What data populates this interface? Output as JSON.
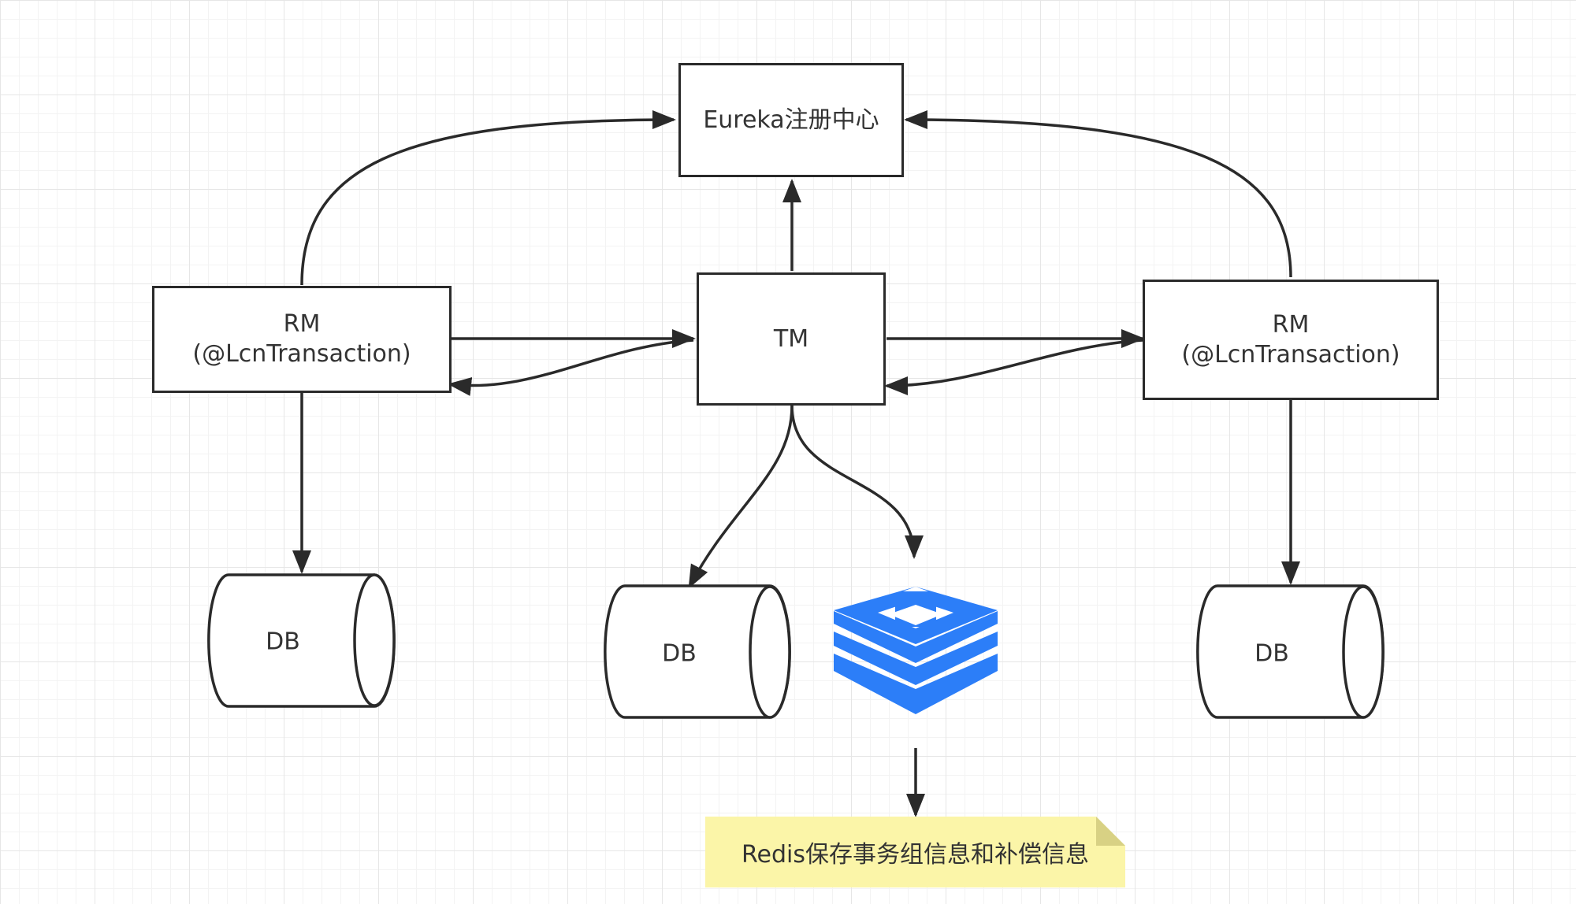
{
  "nodes": {
    "eureka": {
      "label": "Eureka注册中心"
    },
    "tm": {
      "label": "TM"
    },
    "rm_left": {
      "line1": "RM",
      "line2": "(@LcnTransaction)"
    },
    "rm_right": {
      "line1": "RM",
      "line2": "(@LcnTransaction)"
    },
    "db_left": {
      "label": "DB"
    },
    "db_center": {
      "label": "DB"
    },
    "db_right": {
      "label": "DB"
    },
    "redis": {
      "icon": "redis-icon",
      "color": "#2c7ef8"
    }
  },
  "note": {
    "text": "Redis保存事务组信息和补偿信息",
    "color": "#fbf5a8"
  },
  "edges": [
    {
      "from": "rm_left",
      "to": "eureka"
    },
    {
      "from": "rm_right",
      "to": "eureka"
    },
    {
      "from": "tm",
      "to": "eureka"
    },
    {
      "from": "rm_left",
      "to": "tm"
    },
    {
      "from": "tm",
      "to": "rm_left"
    },
    {
      "from": "tm",
      "to": "rm_right"
    },
    {
      "from": "rm_right",
      "to": "tm"
    },
    {
      "from": "rm_left",
      "to": "db_left"
    },
    {
      "from": "tm",
      "to": "db_center"
    },
    {
      "from": "tm",
      "to": "redis"
    },
    {
      "from": "rm_right",
      "to": "db_right"
    },
    {
      "from": "redis",
      "to": "note"
    }
  ],
  "colors": {
    "stroke": "#2a2a2a",
    "grid": "#e6e6e6"
  }
}
